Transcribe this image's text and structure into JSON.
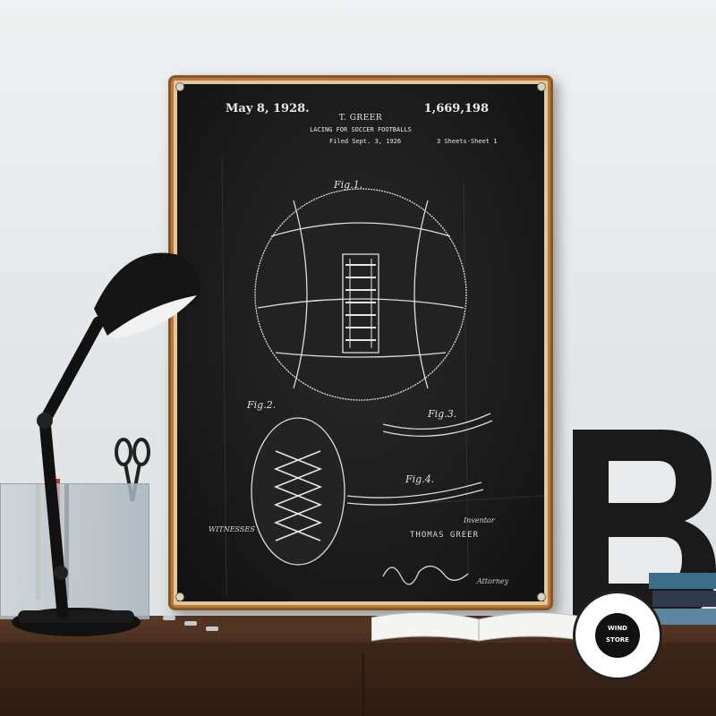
{
  "poster": {
    "patent_date": "May 8, 1928.",
    "patent_number": "1,669,198",
    "inventor": "T. GREER",
    "title": "LACING FOR SOCCER FOOTBALLS",
    "filed": "Filed Sept. 3, 1926",
    "sheet": "3 Sheets-Sheet 1",
    "fig1": "Fig.1.",
    "fig2": "Fig.2.",
    "fig3": "Fig.3.",
    "fig4": "Fig.4.",
    "witnesses": "WITNESSES",
    "inventor_label": "Inventor",
    "inventor_name": "THOMAS GREER",
    "attorney_label": "Attorney"
  },
  "stamp": {
    "line1": "WIND",
    "line2": "STORE"
  },
  "colors": {
    "wall": "#e6e9eb",
    "poster_bg": "#1b1b1b",
    "poster_rust": "#b77a3b",
    "desk": "#4a2f1f"
  }
}
